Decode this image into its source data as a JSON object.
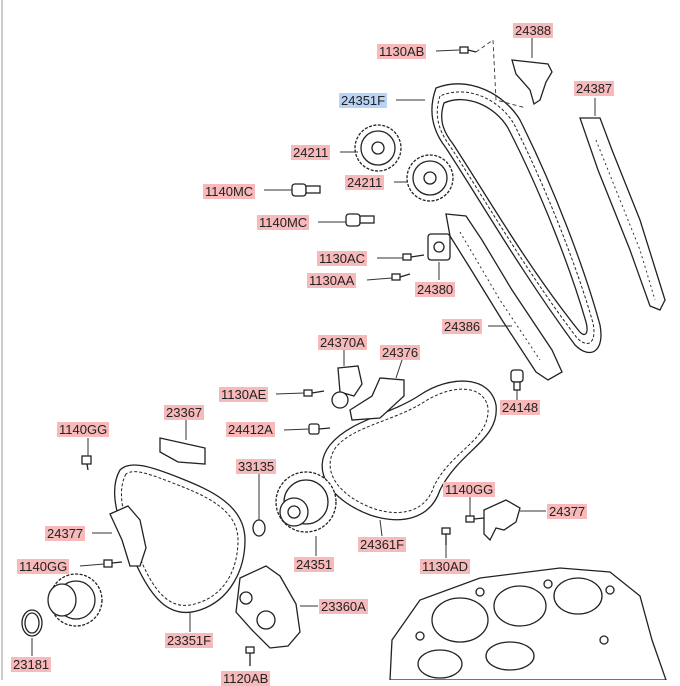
{
  "diagram": {
    "selected_part": "24351F",
    "labels": [
      {
        "id": "1130AB",
        "text": "1130AB"
      },
      {
        "id": "24388",
        "text": "24388"
      },
      {
        "id": "24351F",
        "text": "24351F"
      },
      {
        "id": "24387",
        "text": "24387"
      },
      {
        "id": "24211a",
        "text": "24211"
      },
      {
        "id": "24211b",
        "text": "24211"
      },
      {
        "id": "1140MCa",
        "text": "1140MC"
      },
      {
        "id": "1140MCb",
        "text": "1140MC"
      },
      {
        "id": "1130AC",
        "text": "1130AC"
      },
      {
        "id": "1130AA",
        "text": "1130AA"
      },
      {
        "id": "24380",
        "text": "24380"
      },
      {
        "id": "24386",
        "text": "24386"
      },
      {
        "id": "24370A",
        "text": "24370A"
      },
      {
        "id": "24376",
        "text": "24376"
      },
      {
        "id": "1130AE",
        "text": "1130AE"
      },
      {
        "id": "24148",
        "text": "24148"
      },
      {
        "id": "24412A",
        "text": "24412A"
      },
      {
        "id": "1140GGa",
        "text": "1140GG"
      },
      {
        "id": "23367",
        "text": "23367"
      },
      {
        "id": "33135",
        "text": "33135"
      },
      {
        "id": "1140GGb",
        "text": "1140GG"
      },
      {
        "id": "24377a",
        "text": "24377"
      },
      {
        "id": "24377b",
        "text": "24377"
      },
      {
        "id": "24361F",
        "text": "24361F"
      },
      {
        "id": "1130AD",
        "text": "1130AD"
      },
      {
        "id": "24351",
        "text": "24351"
      },
      {
        "id": "1140GGc",
        "text": "1140GG"
      },
      {
        "id": "23360A",
        "text": "23360A"
      },
      {
        "id": "23351F",
        "text": "23351F"
      },
      {
        "id": "23181",
        "text": "23181"
      },
      {
        "id": "1120AB",
        "text": "1120AB"
      }
    ]
  }
}
